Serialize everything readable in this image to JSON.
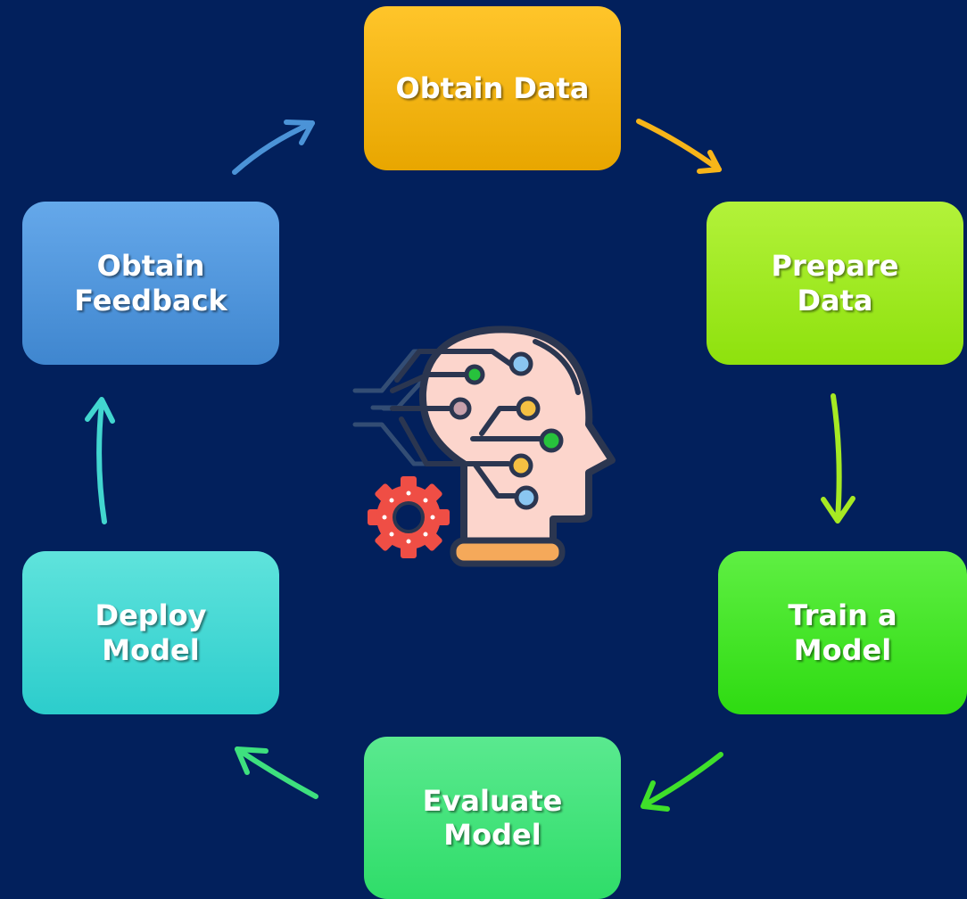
{
  "diagram": {
    "nodes": {
      "obtain_data": "Obtain Data",
      "prepare_data": "Prepare Data",
      "train_model": "Train a Model",
      "evaluate_model": "Evaluate Model",
      "deploy_model": "Deploy Model",
      "obtain_feedback": "Obtain Feedback"
    },
    "center_icon": "ai-head-gear-icon",
    "colors": {
      "background": "#02205c",
      "obtain_data": "#f9b916",
      "prepare_data": "#a4e924",
      "train_model": "#44e529",
      "evaluate_model": "#44e37c",
      "deploy_model": "#44d8d4",
      "obtain_feedback": "#5297dd"
    }
  }
}
